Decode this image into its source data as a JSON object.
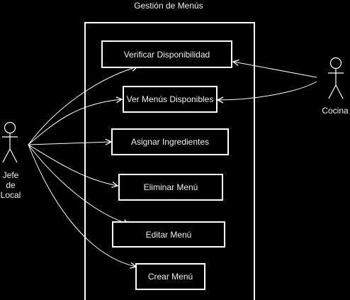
{
  "system": {
    "title": "Gestión de Menús"
  },
  "actors": {
    "jefe": {
      "lines": [
        "Jefe",
        "de",
        "Local"
      ]
    },
    "cocina": {
      "label": "Cocina"
    }
  },
  "use_cases": [
    {
      "id": "verificar",
      "label": "Verificar Disponibilidad"
    },
    {
      "id": "ver",
      "label": "Ver Menús Disponibles"
    },
    {
      "id": "asignar",
      "label": "Asignar Ingredientes"
    },
    {
      "id": "eliminar",
      "label": "Eliminar Menú"
    },
    {
      "id": "editar",
      "label": "Editar Menú"
    },
    {
      "id": "crear",
      "label": "Crear Menú"
    }
  ],
  "colors": {
    "background": "#000000",
    "stroke": "#ffffff",
    "text": "#f0f0f0"
  }
}
